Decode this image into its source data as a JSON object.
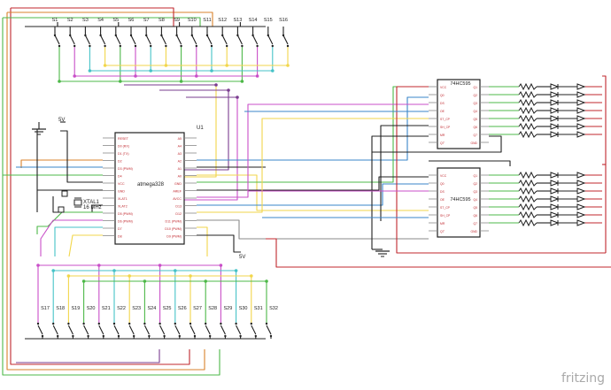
{
  "schematic": {
    "top_switches": [
      "S1",
      "S2",
      "S3",
      "S4",
      "S5",
      "S6",
      "S7",
      "S8",
      "S9",
      "S10",
      "S11",
      "S12",
      "S13",
      "S14",
      "S15",
      "S16"
    ],
    "bottom_switches": [
      "S17",
      "S18",
      "S19",
      "S20",
      "S21",
      "S22",
      "S23",
      "S24",
      "S25",
      "S26",
      "S27",
      "S28",
      "S29",
      "S30",
      "S31",
      "S32"
    ],
    "mcu": {
      "ref": "U1",
      "name": "atmega328",
      "left_pins": [
        "RESET",
        "D0 (RX)",
        "D1 (TX)",
        "D2",
        "D3 (PWM)",
        "D4",
        "VCC",
        "GND",
        "XLAT1",
        "XLAT2",
        "D5 (PWM)",
        "D6 (PWM)",
        "D7",
        "D8"
      ],
      "right_pins": [
        "A5",
        "A4",
        "A3",
        "A2",
        "A1",
        "A0",
        "GND",
        "AREF",
        "AVCC",
        "D13",
        "D12",
        "D11 (PWM)",
        "D10 (PWM)",
        "D9 (PWM)"
      ]
    },
    "crystal": {
      "ref": "XTAL1",
      "value": "16 MHz"
    },
    "shift_registers": [
      {
        "name": "74HC595",
        "left_pins": [
          "VCC",
          "Q0",
          "DS",
          "OE",
          "ST_CP",
          "SH_CP",
          "MR",
          "Q7'"
        ],
        "right_pins": [
          "Q1",
          "Q2",
          "Q3",
          "Q4",
          "Q5",
          "Q6",
          "Q7",
          "GND"
        ]
      },
      {
        "name": "74HC595",
        "left_pins": [
          "VCC",
          "Q0",
          "DS",
          "OE",
          "ST_CP",
          "SH_CP",
          "MR",
          "Q7'"
        ],
        "right_pins": [
          "Q1",
          "Q2",
          "Q3",
          "Q4",
          "Q5",
          "Q6",
          "Q7",
          "GND"
        ]
      }
    ],
    "power_labels": {
      "top": "5V",
      "bottom": "5V"
    },
    "brand": "fritzing",
    "colors": {
      "red": "#c0272d",
      "orange": "#d9822b",
      "yellow": "#f2d64b",
      "green": "#4db848",
      "blue": "#3a86c8",
      "cyan": "#45c2c7",
      "magenta": "#c94fc8",
      "purple": "#7a3d8f",
      "black": "#202020",
      "grey": "#8a8a8a"
    }
  }
}
